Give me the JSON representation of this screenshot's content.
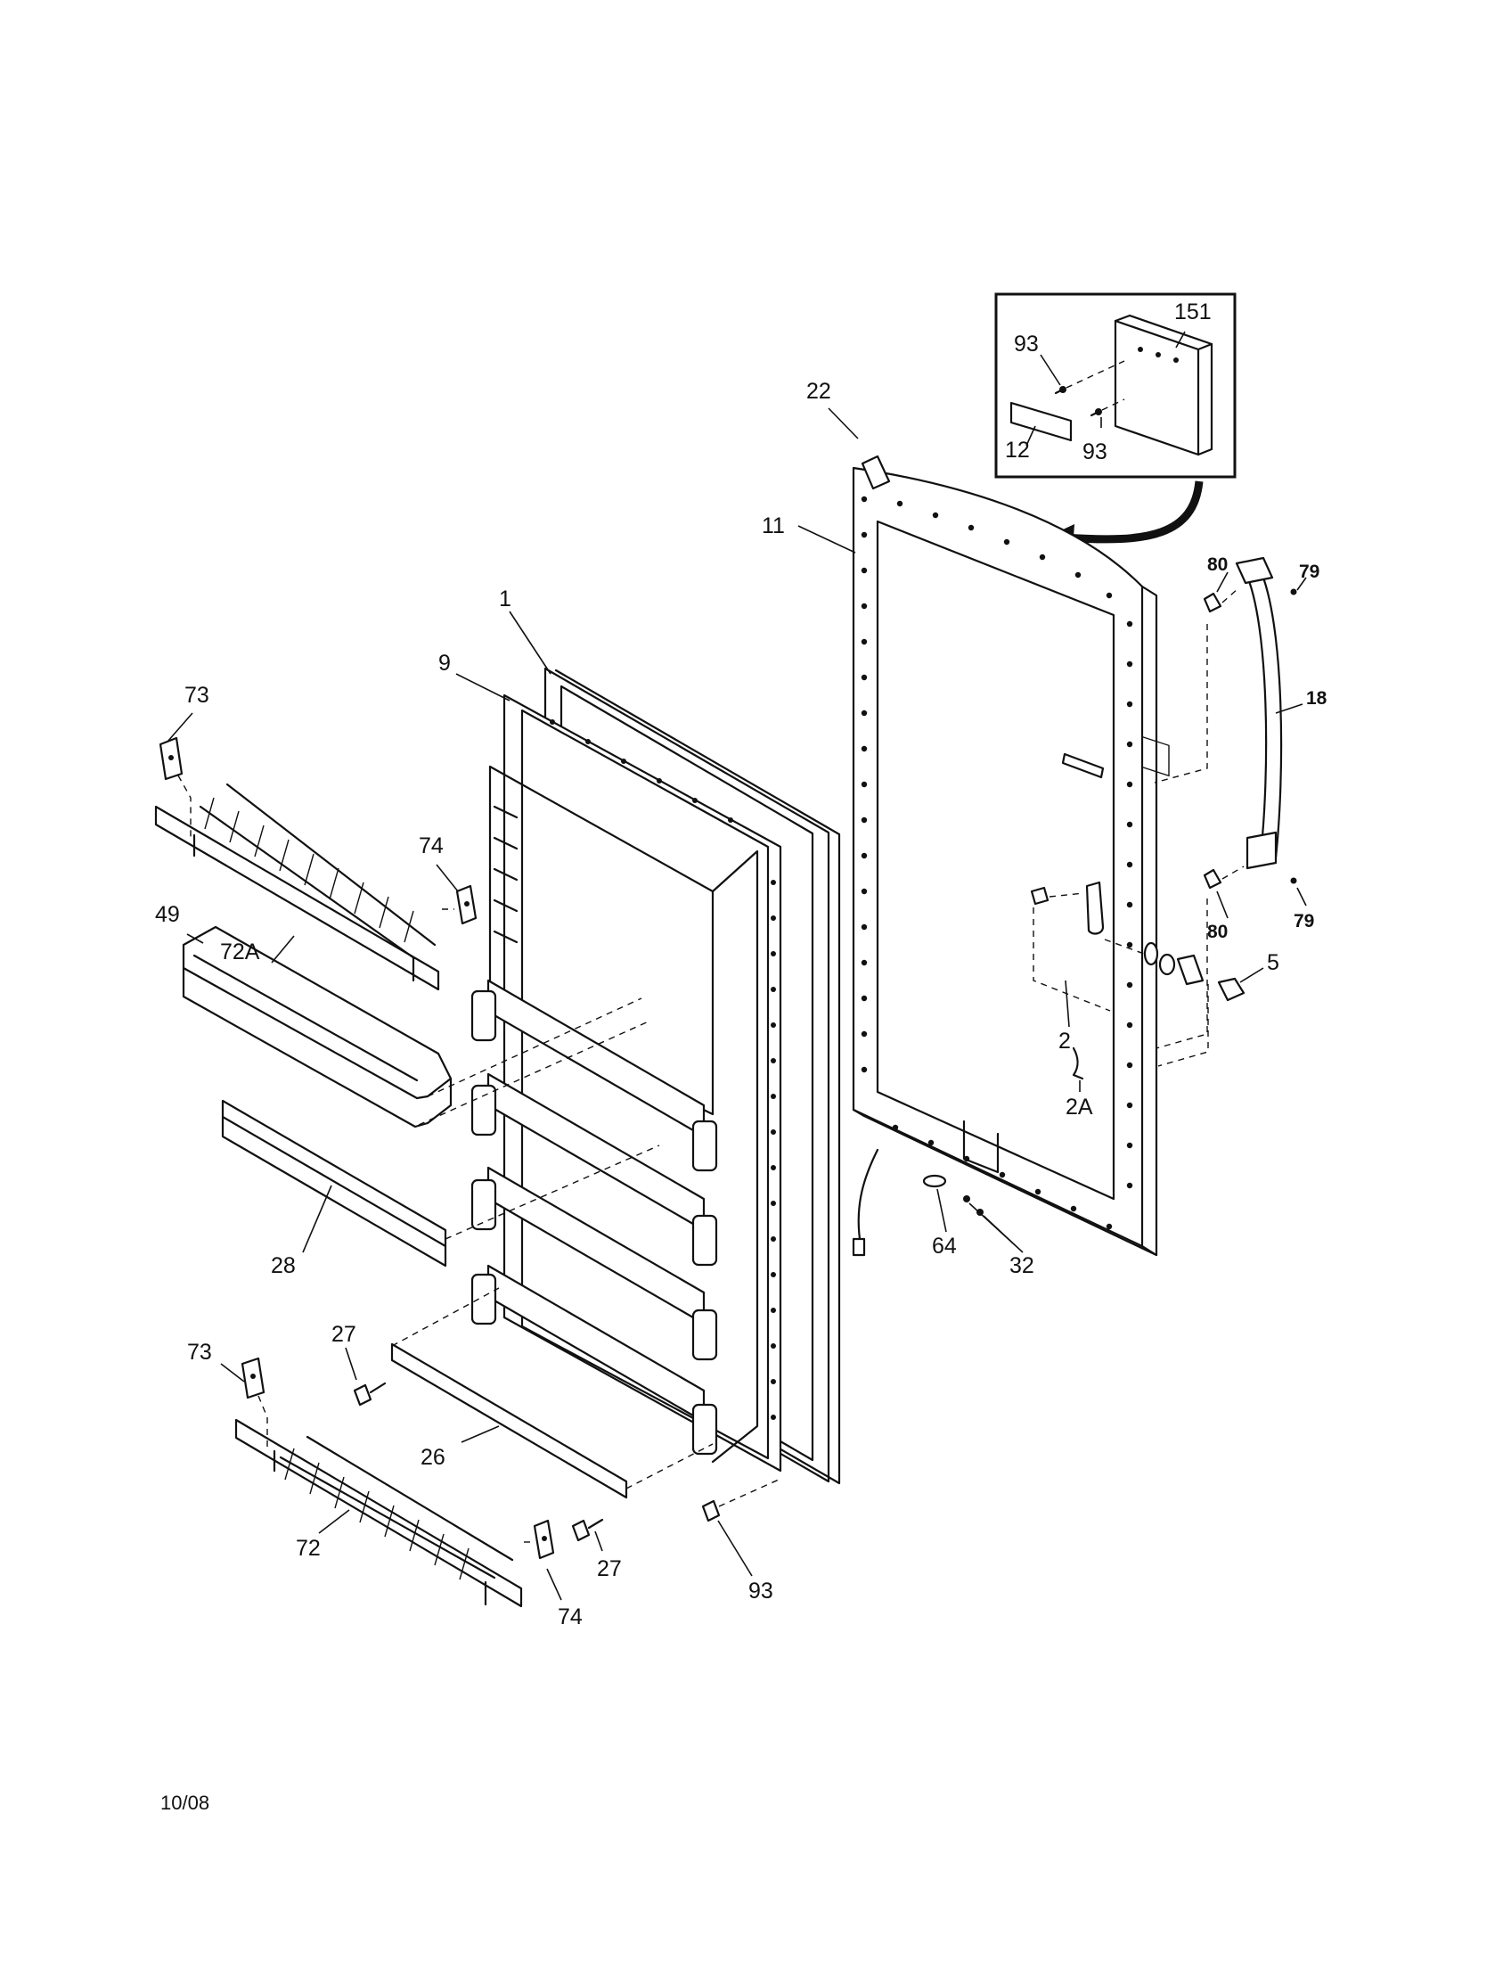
{
  "date_code": "10/08",
  "callouts": {
    "c151": "151",
    "c93a": "93",
    "c93b": "93",
    "c12": "12",
    "c22": "22",
    "c11": "11",
    "c80a": "80",
    "c79a": "79",
    "c18": "18",
    "c80b": "80",
    "c79b": "79",
    "c5": "5",
    "c2": "2",
    "c2A": "2A",
    "c64": "64",
    "c32": "32",
    "c1": "1",
    "c9": "9",
    "c73a": "73",
    "c74a": "74",
    "c49": "49",
    "c72A": "72A",
    "c28": "28",
    "c27a": "27",
    "c73b": "73",
    "c26": "26",
    "c27b": "27",
    "c72": "72",
    "c74b": "74",
    "c93c": "93"
  }
}
